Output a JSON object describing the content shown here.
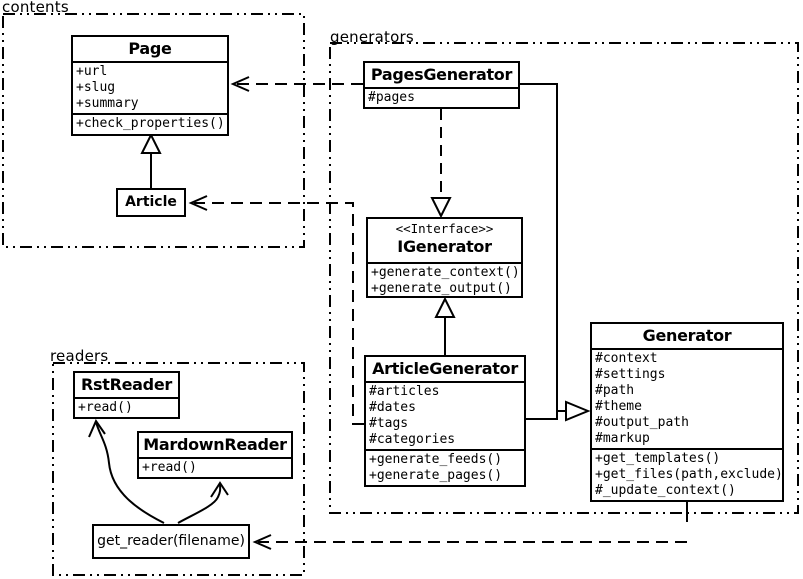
{
  "diagram": {
    "background": "#ffffff",
    "line_color": "#000000",
    "packages": {
      "contents": {
        "label": "contents"
      },
      "generators": {
        "label": "generators"
      },
      "readers": {
        "label": "readers"
      }
    },
    "classes": {
      "page": {
        "name": "Page",
        "attributes": [
          "+url",
          "+slug",
          "+summary"
        ],
        "methods": [
          "+check_properties()"
        ]
      },
      "article": {
        "name": "Article"
      },
      "pages_generator": {
        "name": "PagesGenerator",
        "attributes": [
          "#pages"
        ]
      },
      "igenerator": {
        "stereotype": "<<Interface>>",
        "name": "IGenerator",
        "methods": [
          "+generate_context()",
          "+generate_output()"
        ]
      },
      "article_generator": {
        "name": "ArticleGenerator",
        "attributes": [
          "#articles",
          "#dates",
          "#tags",
          "#categories"
        ],
        "methods": [
          "+generate_feeds()",
          "+generate_pages()"
        ]
      },
      "generator": {
        "name": "Generator",
        "attributes": [
          "#context",
          "#settings",
          "#path",
          "#theme",
          "#output_path",
          "#markup"
        ],
        "methods": [
          "+get_templates()",
          "+get_files(path,exclude)",
          "#_update_context()"
        ]
      },
      "rst_reader": {
        "name": "RstReader",
        "methods": [
          "+read()"
        ]
      },
      "mardown_reader": {
        "name": "MardownReader",
        "methods": [
          "+read()"
        ]
      }
    },
    "functions": {
      "get_reader": {
        "label": "get_reader(filename)"
      }
    }
  }
}
